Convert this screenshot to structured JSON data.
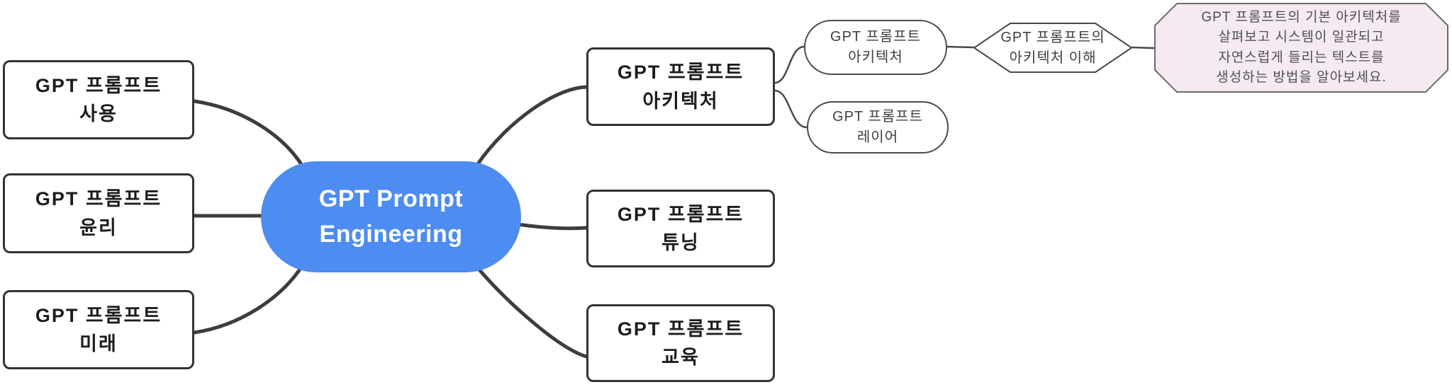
{
  "diagram": {
    "title": "GPT Prompt Engineering mind map",
    "center": {
      "label": "GPT Prompt\nEngineering"
    },
    "left_nodes": [
      {
        "label": "GPT 프롬프트\n사용"
      },
      {
        "label": "GPT 프롬프트\n윤리"
      },
      {
        "label": "GPT 프롬프트\n미래"
      }
    ],
    "right_nodes": [
      {
        "label": "GPT 프롬프트\n아키텍처"
      },
      {
        "label": "GPT 프롬프트\n튜닝"
      },
      {
        "label": "GPT 프롬프트\n교육"
      }
    ],
    "sub_nodes": [
      {
        "label": "GPT 프롬프트\n아키텍처"
      },
      {
        "label": "GPT 프롬프트\n레이어"
      }
    ],
    "hexagon_node": {
      "label": "GPT 프롬프트의\n아키텍처 이해"
    },
    "note_node": {
      "label": "GPT 프롬프트의 기본 아키텍처를\n살펴보고 시스템이 일관되고\n자연스럽게 들리는 텍스트를\n생성하는 방법을 알아보세요."
    },
    "colors": {
      "center_fill": "#4d8cf0",
      "center_text": "#ffffff",
      "note_fill": "#f5eaf2",
      "rect_border": "#333333",
      "sub_border": "#4a4a4a",
      "branch_main": "#3d3d3d",
      "branch_sub": "#4a4a4a",
      "background": "#ffffff"
    }
  }
}
